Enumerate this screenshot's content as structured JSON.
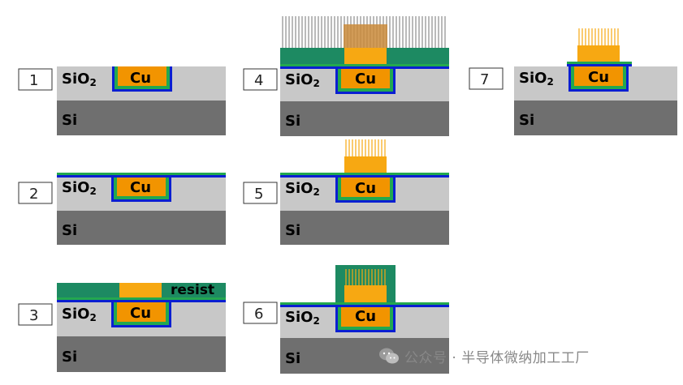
{
  "labels": {
    "sio2": "SiO",
    "sio2_sub": "2",
    "si": "Si",
    "cu": "Cu",
    "resist": "resist"
  },
  "steps": [
    "1",
    "2",
    "3",
    "4",
    "5",
    "6",
    "7"
  ],
  "watermark": "公众号 · 半导体微纳加工工厂",
  "colors": {
    "sio2": "#c8c8c8",
    "si": "#6f6f6f",
    "copper": "#f29400",
    "barrier_blue": "#0a1fd2",
    "liner_green": "#23a84f",
    "resist": "#1d8a62",
    "electroplated_cu": "#f7a812",
    "deposition_lines": "#8c8c8c"
  }
}
